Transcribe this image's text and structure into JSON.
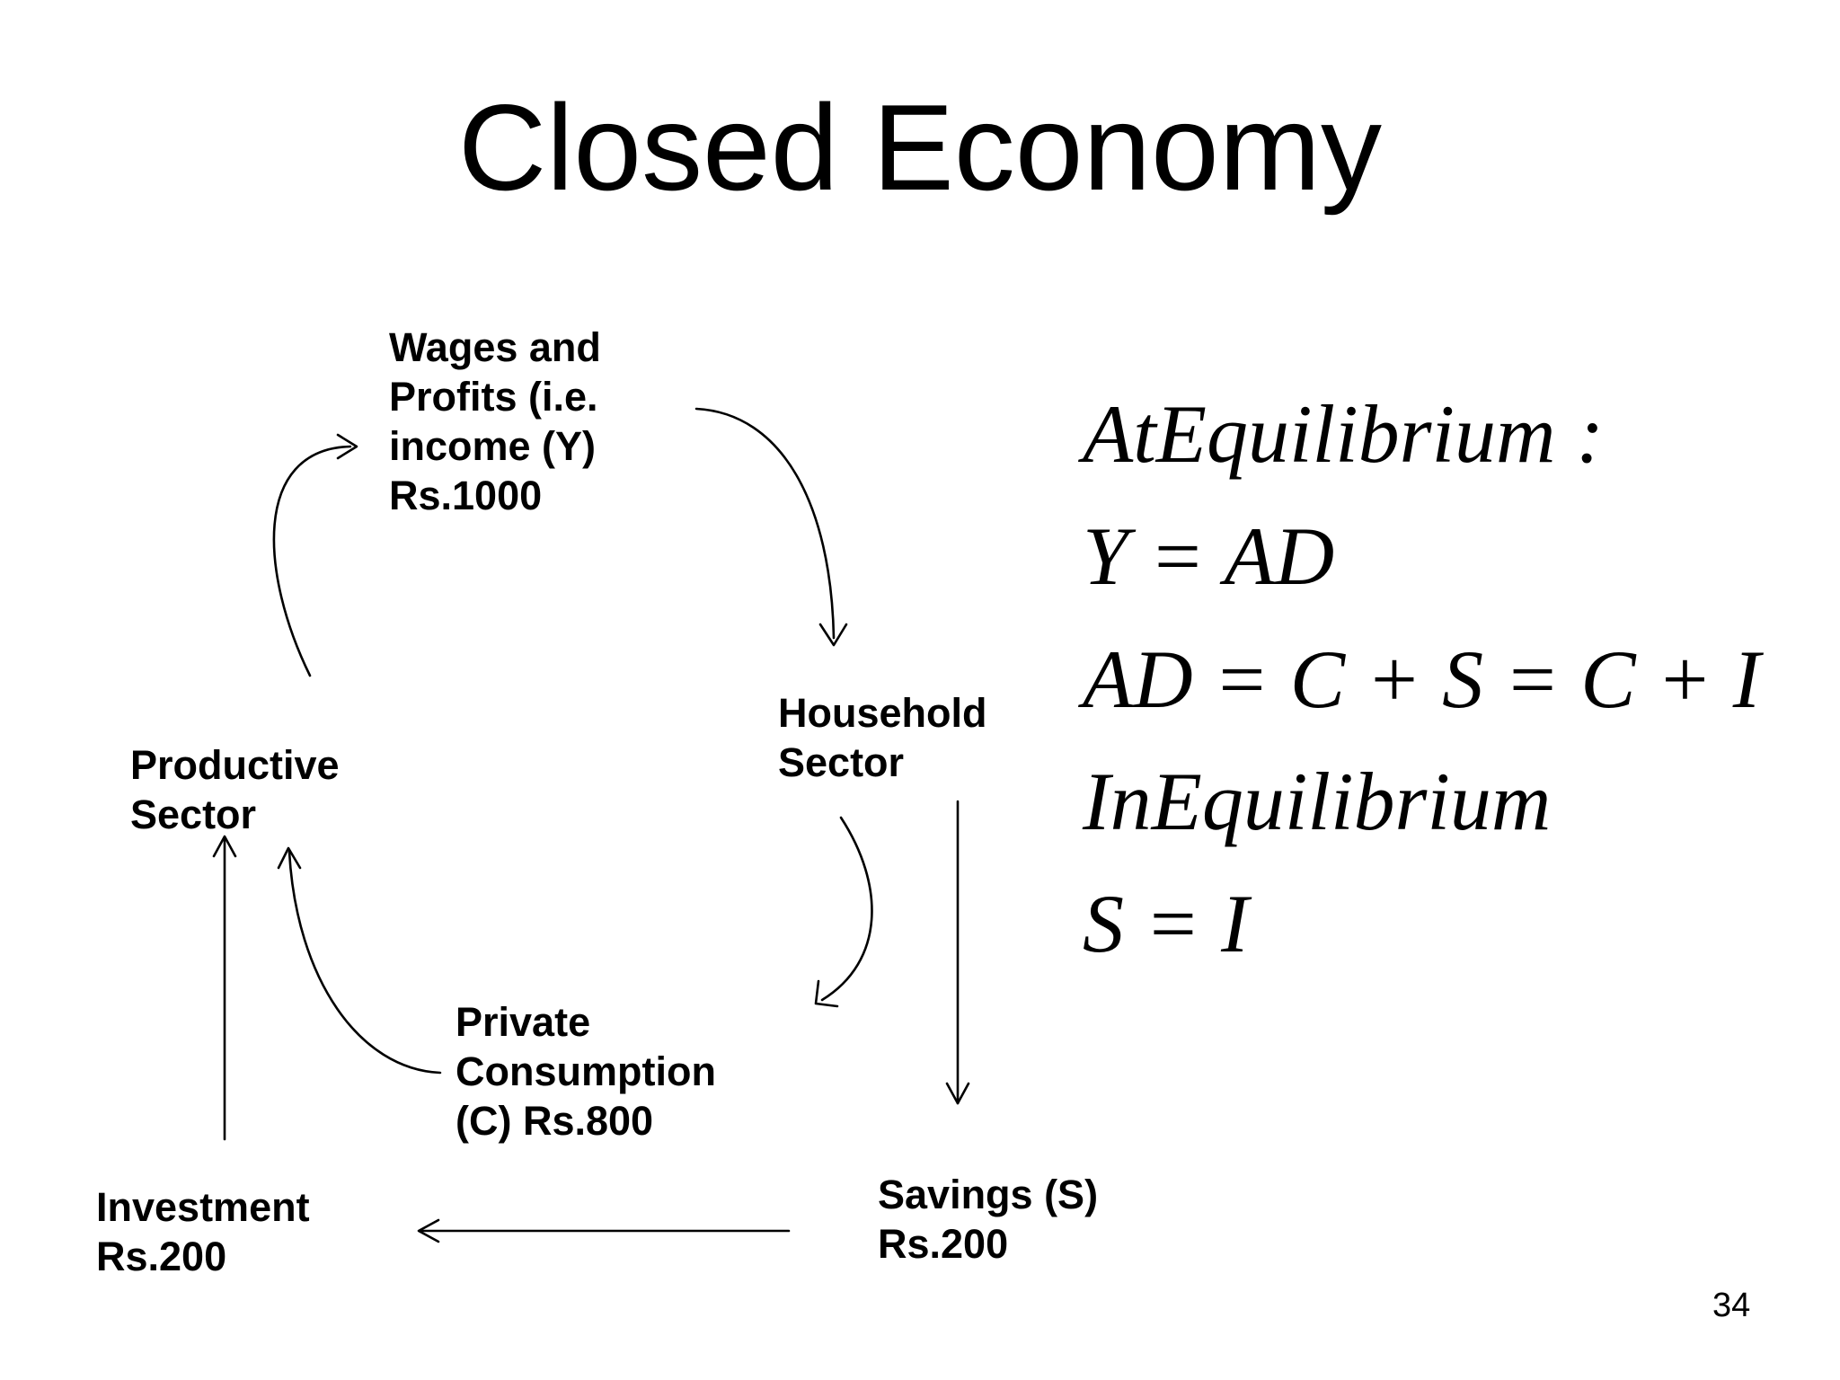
{
  "slide": {
    "title": "Closed Economy",
    "page_number": "34"
  },
  "diagram": {
    "wages": [
      "Wages and",
      "Profits (i.e.",
      "income (Y)",
      "Rs.1000"
    ],
    "household": [
      "Household",
      "Sector"
    ],
    "productive": [
      "Productive",
      "Sector"
    ],
    "consumption": [
      "Private",
      "Consumption",
      "(C) Rs.800"
    ],
    "investment": [
      "Investment",
      "Rs.200"
    ],
    "savings": [
      "Savings (S)",
      "Rs.200"
    ]
  },
  "equations": {
    "line1": "AtEquilibrium :",
    "line2": "Y = AD",
    "line3": "AD = C + S = C + I",
    "line4": "InEquilibrium",
    "line5": "S = I"
  }
}
